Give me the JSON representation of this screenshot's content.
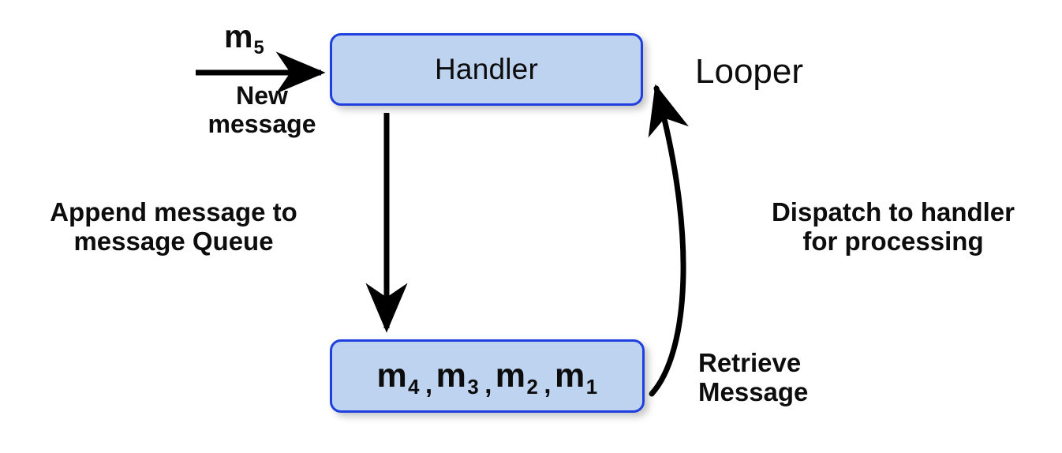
{
  "diagram": {
    "title": "Android Handler / Looper message queue diagram",
    "background_color": "#ffffff",
    "node_fill_color": "#bdd3ef",
    "node_border_color": "#1f3fdf",
    "text_color": "#0d0d0d",
    "arrow_color": "#000000"
  },
  "nodes": {
    "handler": {
      "label": "Handler"
    },
    "queue": {
      "messages": [
        {
          "base": "m",
          "sub": "4"
        },
        {
          "base": "m",
          "sub": "3"
        },
        {
          "base": "m",
          "sub": "2"
        },
        {
          "base": "m",
          "sub": "1"
        }
      ],
      "separator": ",",
      "text": "m4 , m3 , m2 , m1"
    }
  },
  "labels": {
    "incoming_message": {
      "base": "m",
      "sub": "5",
      "text": "m5"
    },
    "new_message": "New\nmessage",
    "append": "Append message to\nmessage Queue",
    "dispatch": "Dispatch to handler\nfor processing",
    "retrieve": "Retrieve\nMessage",
    "looper": "Looper"
  },
  "arrows": [
    {
      "name": "incoming-message-arrow",
      "from": "outside-left",
      "to": "handler",
      "style": "straight-horizontal"
    },
    {
      "name": "append-arrow",
      "from": "handler",
      "to": "queue",
      "style": "straight-vertical"
    },
    {
      "name": "dispatch-arrow",
      "from": "queue",
      "to": "handler",
      "style": "curved"
    }
  ]
}
